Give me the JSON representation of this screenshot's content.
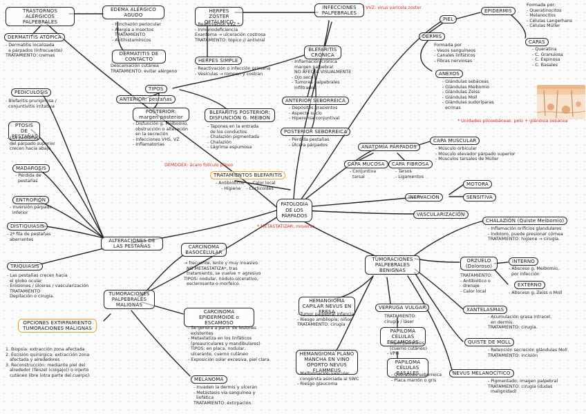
{
  "center": {
    "label": "PATOLOGÍA DE LOS PÁRPADOS"
  },
  "nodes": {
    "trastornos": {
      "label": "TRASTORNOS ALÉRGICOS PALPEBRALES"
    },
    "dermatitis_atopica": {
      "label": "DERMATITIS ATÓPICA",
      "text": "- Dermatitis localizada\n  a párpados (infrecuente)\nTRATAMIENTO: cremas"
    },
    "edema": {
      "label": "EDEMA ALÉRGICO AGUDO",
      "text": "- Hinchazón periocular\n- Alergia a insectos\n  TRATAMIENTO\n- Antihistamínicos"
    },
    "dermatitis_contacto": {
      "label": "DERMATITIS DE CONTACTO",
      "text": "Descamación cutánea\nTRATAMIENTO: evitar alérgeno"
    },
    "herpes_zoster": {
      "label": "HERPES ZÓSTER OFTÁLMICO",
      "text": "- Reactivación VVZ *\n- Inmunodeficiencia\nExantema → ulceración costrosa\nTRATAMIENTO: tópico // antiviral"
    },
    "herpes_simple": {
      "label": "HERPES SIMPLE",
      "text": "- Reactivación o infección primaria\n- Vesículas → rompen y costran"
    },
    "infecciones": {
      "label": "INFECCIONES PALPEBRALES"
    },
    "vvz_note": "* VVZ: virus varicela zoster",
    "blefaritis_cronica": {
      "label": "BLEFARITIS CRÓNICA",
      "text": "- Inflamación crónica\n  margen palpebral\n  NO AFECTA VISUALMENTE\n- Ojo seco\n- Tumores palpebrales\n  infiltrados"
    },
    "anterior_seborreica": {
      "label": "ANTERIOR SEBORREICA",
      "text": "- Depósitos grasientos\n- Aspecto sucio\n- Hiperemia conjuntival"
    },
    "posterior_seborreica": {
      "label": "POSTERIOR SEBORREICA",
      "text": "- Pérdida pestañas\n- Úlcera párpados"
    },
    "tipos": {
      "label": "TIPOS"
    },
    "anterior_pestanas": {
      "label": "ANTERIOR: pestañas"
    },
    "posterior_margen": {
      "label": "POSTERIOR: margen posterior",
      "text": "- Disfunción g. Meibomio,\n  obstrucción o alteración\n  en la secreción\n- Infecciones VHS, VZ\n- Inflamatorias"
    },
    "blef_posterior": {
      "label": "BLEFARITIS POSTERIOR: DISFUNCIÓN G. MEIBON",
      "text": "- Tapones en la entrada\n  de los conductos\n- Chalazión pigmentada\n- Chalazión\n- Lágrima espumosa"
    },
    "demodex": "DEMODEX: ácaro folículo piloso",
    "tratamientos_blef": {
      "label": "TRATAMIENTOS BLEFARITIS",
      "text": "- Antibióticos    - Calor local\n    - Higiene    - Corticoides"
    },
    "pediculosis": {
      "label": "PEDICULOSIS",
      "text": "- Blefaritis pruriginosa /\n  conjuntivitis irritativa"
    },
    "ptosis": {
      "label": "PTOSIS DE PESTAÑAS",
      "text": "- Las pestañas\n  del párpado superior\n  crecen hacia abajo"
    },
    "madarosis": {
      "label": "MADAROSIS",
      "text": "- Pérdida de\n  pestañas"
    },
    "entropion": {
      "label": "ENTROPIÓN",
      "text": "- Inversión párpado\n  inferior"
    },
    "distiquiasis": {
      "label": "DISTIQUIASIS",
      "text": "- 2ª fila de pestañas\n  aberrantes"
    },
    "alteraciones": {
      "label": "ALTERACIONES DE LAS PESTAÑAS"
    },
    "triquiasis": {
      "label": "TRIQUIASIS",
      "text": "- Las pestañas crecen hacia\n  el globo ocular\n- Erosiones / úlceras / vascularización\n  TRATAMIENTO\n  Depilación o cirugía."
    },
    "tumoraciones_malignas": {
      "label": "TUMORACIONES PALPEBRALES MALIGNAS"
    },
    "opciones": {
      "label": "OPCIONES EXTIRPAMIENTO TUMORACIONES MALIGNAS",
      "text": "1. Biopsia: extracción zona afectada\n2. Escisión quirúrgica: extracción zona\n   afectada y alrededores\n3. Reconstrucción: mediante piel del\n   alrededor (Tenzel (colgajo)) o injerto\n   cutáneo libre (otra parte del cuerpo)."
    },
    "carcinoma_basocelular": {
      "label": "CARCINOMA BASOCELULAR",
      "text": "→ frecuente, lento y muy invasivo\n  NO METASTATIZA*, tras\n  tratamiento, se vuelve + agresivo\nTIPOS: nodular, nódulo-ulcerativo,\n  esclerosante o morfeico."
    },
    "metastatizar_note": "* METASTATIZAR: moverse",
    "carcinoma_epidermoide": {
      "label": "CARCINOMA EPIDERMOIDE o ESCAMOSO",
      "text": "- Se genera a partir de lesiones\n  existentes\n- Metastatiza en los linfáticos\n  (preauriculares y mandibulares)\n  TIPOS: en placa, nodular,\n  ulcerante, cuerno cutáneo\n- Exposición solar excesiva, piel clara."
    },
    "melanoma": {
      "label": "MELANOMA",
      "text": "- Invaden la dermis y ulceran\n- Metástasis vía sanguínea y\n  linfática\nTRATAMIENTO: extirpación."
    },
    "tumoraciones_benignas": {
      "label": "TUMORACIONES PALPEBRALES BENIGNAS"
    },
    "hemangioma_capilar": {
      "label": "HEMANGIOMA CAPILAR NEVUS EN FRESA",
      "text": "- Tumor palpebral infancia\n- Riesgo ambliopía; niños\nTRATAMIENTO: cirugía"
    },
    "hemangioma_plano": {
      "label": "HEMANGIOMA PLANO MANCHA EN VINO OPORTO NEVUS FLAMMEUS",
      "text": "- Malformación vascular\n  congénita asociada al SWC\n- Riesgo glaucoma"
    },
    "verruga": {
      "label": "VERRUGA VULGAR",
      "text": "TRATAMIENTO:\ncirugía / láser"
    },
    "papiloma_escamosas": {
      "label": "PAPILOMA CÉLULAS ESCAMOSAS",
      "text": "- Hiperqueratosis\n  (cuerno cutáneo)\n- VPH"
    },
    "papiloma_basales": {
      "label": "PAPILOMA CÉLULAS BASALES",
      "text": "- Queratosis seborreica\n- Placa marrón o gris"
    },
    "chalazion": {
      "label": "CHALAZIÓN (Quiste Meibomio)",
      "text": "- Inflamación orificios glandulares\n- Indoloro, puede presionar córnea\nTRATAMIENTO: higiene → cirugía."
    },
    "orzuelo": {
      "label": "ORZUELO (Doloroso)",
      "text": "TRATAMIENTO:\n- Antibiótico o\n  drenaje\n- Calor local"
    },
    "interno": {
      "label": "INTERNO",
      "text": "- Absceso g. Meibomio,\n  por infección"
    },
    "externo": {
      "label": "EXTERNO",
      "text": "- Absceso g. Zeiss o Moll"
    },
    "xantelasmas": {
      "label": "XANTELASMAS",
      "text": "- Acumulación grasa intracel.\n  en dermis.\nTRATAMIENTO: cirugía."
    },
    "quiste_moll": {
      "label": "QUISTE DE MOLL",
      "text": "- Retención secreción glándulas Moll\nTRATAMIENTO: incisión"
    },
    "nevus": {
      "label": "NEVUS MELANOCÍTICO",
      "text": "- Pigmentado; imagen palpebral\nTRATAMIENTO: cirugía (dudas\n  malignidad)"
    },
    "anatomia": {
      "label": "ANATOMÍA PÁRPADOS"
    },
    "capa_mucosa": {
      "label": "CAPA MUCOSA",
      "text": "- Conjuntiva\n  tarsal"
    },
    "capa_fibrosa": {
      "label": "CAPA FIBROSA",
      "text": "- Tarsos\n- Ligamentos"
    },
    "capa_muscular": {
      "label": "CAPA MUSCULAR",
      "text": "- Músculo orbicular\n- Músculo elevador párpado superior\n- Músculos tarsales de Müller"
    },
    "piel": {
      "label": "PIEL"
    },
    "epidermis": {
      "label": "EPIDERMIS",
      "text": "Formada por:\n- Queratinocitos\n- Melanocitos\n- Células Langerhans\n- Células Müller"
    },
    "capas": {
      "label": "CAPAS",
      "text": "- Queratina\n- C. Granulosa\n- C. Espinosa\n- C. Basales"
    },
    "dermis": {
      "label": "DERMIS",
      "text": "Formada por\n- Vasos sanguíneos\n- Canales linfáticos\n- Fibras nerviosas"
    },
    "anexos": {
      "label": "ANEXOS",
      "text": "- Glándulas sebáceas\n- Glándulas Meibomio\n- Glándulas Zeiss\n- Glándulas Moll\n- Glándulas sudoríparas\n  ecrinas"
    },
    "unidades_note": "* Unidades pilosebáceas: pelo + glándula sebácea",
    "inervacion": {
      "label": "INERVACIÓN"
    },
    "motora": {
      "label": "MOTORA"
    },
    "sensitiva": {
      "label": "SENSITIVA"
    },
    "vascularizacion": {
      "label": "VASCULARIZACIÓN"
    }
  },
  "colors": {
    "ink": "#222222",
    "note_red": "#e02424",
    "highlight": "#f0a030"
  }
}
